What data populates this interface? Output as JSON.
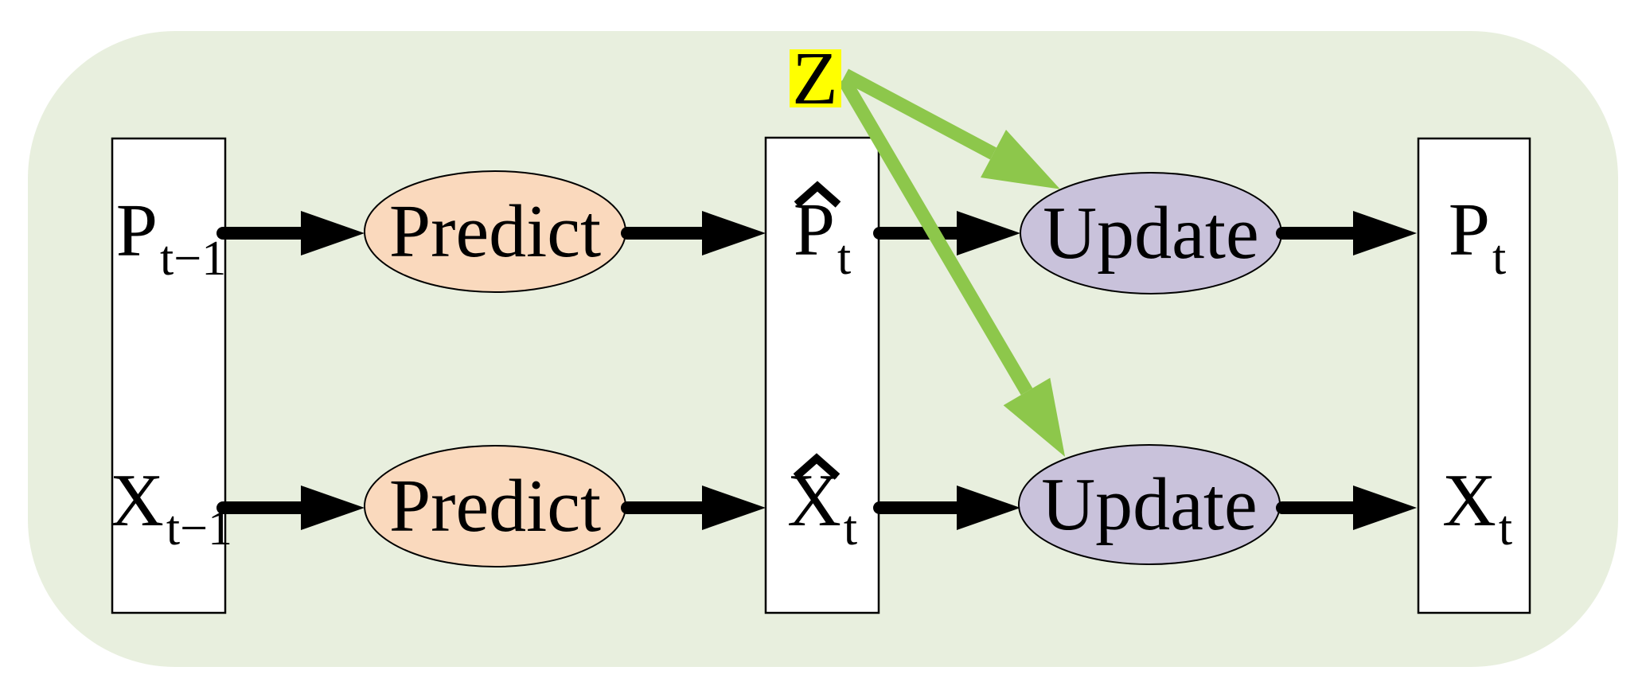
{
  "colors": {
    "page_background": "#ffffff",
    "panel": "#e8efde",
    "node_fill": "#ffffff",
    "stroke": "#000000",
    "predict_fill": "#fad9bd",
    "update_fill": "#c9c2db",
    "measurement_fill": "#ffff00",
    "arrow_black": "#000000",
    "arrow_green": "#8dc74b"
  },
  "measurement": {
    "label": "Z"
  },
  "states": {
    "p_prev": {
      "base": "P",
      "sub": "t−1"
    },
    "x_prev": {
      "base": "X",
      "sub": "t−1"
    },
    "p_pred": {
      "base": "P",
      "accent": "hat",
      "sub": "t"
    },
    "x_pred": {
      "base": "X",
      "accent": "hat",
      "sub": "t"
    },
    "p_post": {
      "base": "P",
      "sub": "t"
    },
    "x_post": {
      "base": "X",
      "sub": "t"
    }
  },
  "processes": {
    "predict_p": {
      "label": "Predict"
    },
    "predict_x": {
      "label": "Predict"
    },
    "update_p": {
      "label": "Update"
    },
    "update_x": {
      "label": "Update"
    }
  }
}
